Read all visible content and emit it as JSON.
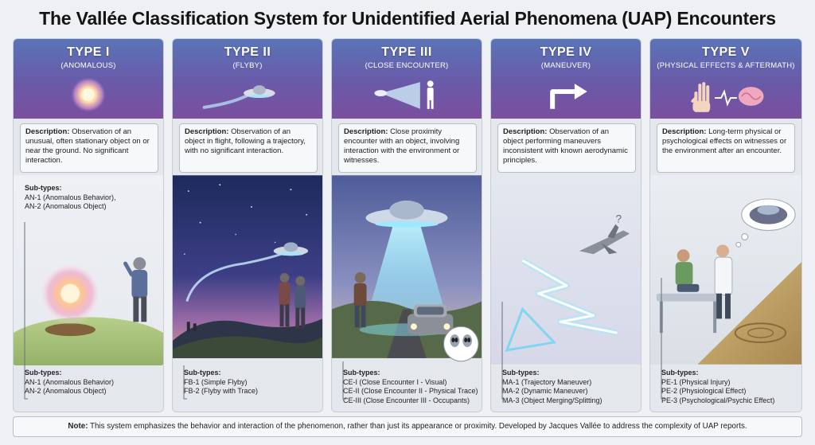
{
  "title": "The Vallée Classification System for Unidentified Aerial Phenomena (UAP) Encounters",
  "types": [
    {
      "title": "TYPE I",
      "subtitle": "(ANOMALOUS)",
      "icon": "glowing-orb-icon",
      "desc_label": "Description:",
      "desc_text": "Observation of an unusual, often stationary object on or near the ground. No significant interaction.",
      "subtypes_label": "Sub-types:",
      "subtypes": [
        "AN-1 (Anomalous Behavior)",
        "AN-2 (Anomalous Object)"
      ]
    },
    {
      "title": "TYPE II",
      "subtitle": "(FLYBY)",
      "icon": "flying-saucer-icon",
      "desc_label": "Description:",
      "desc_text": "Observation of an object in flight, following a trajectory, with no significant interaction.",
      "subtypes_label": "Sub-types:",
      "subtypes": [
        "FB-1 (Simple Flyby)",
        "FB-2 (Flyby with Trace)"
      ]
    },
    {
      "title": "TYPE III",
      "subtitle": "(CLOSE ENCOUNTER)",
      "icon": "light-beam-person-icon",
      "desc_label": "Description:",
      "desc_text": "Close proximity encounter with an object, involving interaction with the environment or witnesses.",
      "subtypes_label": "Sub-types:",
      "subtypes": [
        "CE-I (Close Encounter I - Visual)",
        "CE-II (Close Encounter II - Physical Trace)",
        "CE-III (Close Encounter III - Occupants)"
      ]
    },
    {
      "title": "TYPE IV",
      "subtitle": "(MANEUVER)",
      "icon": "turn-arrow-icon",
      "desc_label": "Description:",
      "desc_text": "Observation of an object performing maneuvers inconsistent with known aerodynamic principles.",
      "subtypes_label": "Sub-types:",
      "subtypes": [
        "MA-1 (Trajectory Maneuver)",
        "MA-2 (Dynamic Maneuver)",
        "MA-3 (Object Merging/Splitting)"
      ]
    },
    {
      "title": "TYPE V",
      "subtitle": "(PHYSICAL EFFECTS & AFTERMATH)",
      "icon": "hand-brain-icon",
      "desc_label": "Description:",
      "desc_text": "Long-term physical or psychological effects on witnesses or the environment after an encounter.",
      "subtypes_label": "Sub-types:",
      "subtypes": [
        "PE-1 (Physical Injury)",
        "PE-2 (Physiological Effect)",
        "PE-3 (Psychological/Psychic Effect)"
      ]
    }
  ],
  "type1_mini_subtypes": {
    "label": "Sub-types:",
    "items": [
      "AN-1 (Anomalous Behavior),",
      "AN-2 (Anomalous Object)"
    ]
  },
  "note": {
    "label": "Note:",
    "text": "This system emphasizes the behavior and interaction of the phenomenon, rather than just its appearance or proximity. Developed by Jacques Vallée to address the complexity of UAP reports."
  },
  "colors": {
    "header_gradient_top": "#5a74b8",
    "header_gradient_bottom": "#7a4f9f",
    "accent_cyan": "#7fe6ff"
  }
}
